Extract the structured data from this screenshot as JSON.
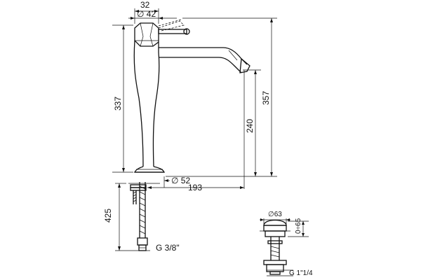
{
  "dimensions": {
    "top_width": "32",
    "lever_diameter": "∅ 42",
    "body_height": "337",
    "total_height": "357",
    "spout_height": "240",
    "base_diameter": "∅ 52",
    "spout_reach": "193",
    "hose_length": "425",
    "hose_thread": "G 3/8\"",
    "drain_diameter": "∅63",
    "drain_stroke": "0÷65",
    "drain_thread": "G 1\"1/4"
  }
}
